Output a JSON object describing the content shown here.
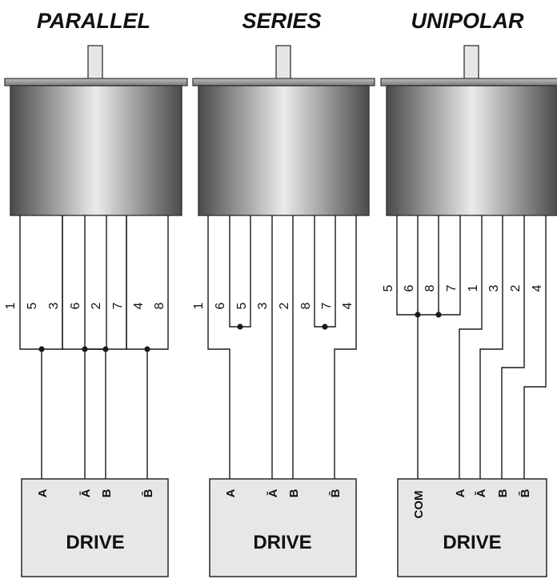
{
  "panels": [
    {
      "title": "PARALLEL",
      "pin_labels": [
        "1",
        "5",
        "3",
        "6",
        "2",
        "7",
        "4",
        "8"
      ],
      "drive_labels": [
        "A",
        "Ā",
        "B",
        "B̄"
      ],
      "drive_label": "DRIVE"
    },
    {
      "title": "SERIES",
      "pin_labels": [
        "1",
        "6",
        "5",
        "3",
        "2",
        "8",
        "7",
        "4"
      ],
      "drive_labels": [
        "A",
        "Ā",
        "B",
        "B̄"
      ],
      "drive_label": "DRIVE"
    },
    {
      "title": "UNIPOLAR",
      "pin_labels": [
        "5",
        "6",
        "8",
        "7",
        "1",
        "3",
        "2",
        "4"
      ],
      "drive_labels": [
        "COM",
        "A",
        "Ā",
        "B",
        "B̄"
      ],
      "drive_label": "DRIVE"
    }
  ],
  "colors": {
    "motor_dark": "#4a4a4a",
    "motor_light": "#e8e8e8",
    "drive_fill": "#e6e7e8",
    "wire": "#1a1a1a"
  }
}
